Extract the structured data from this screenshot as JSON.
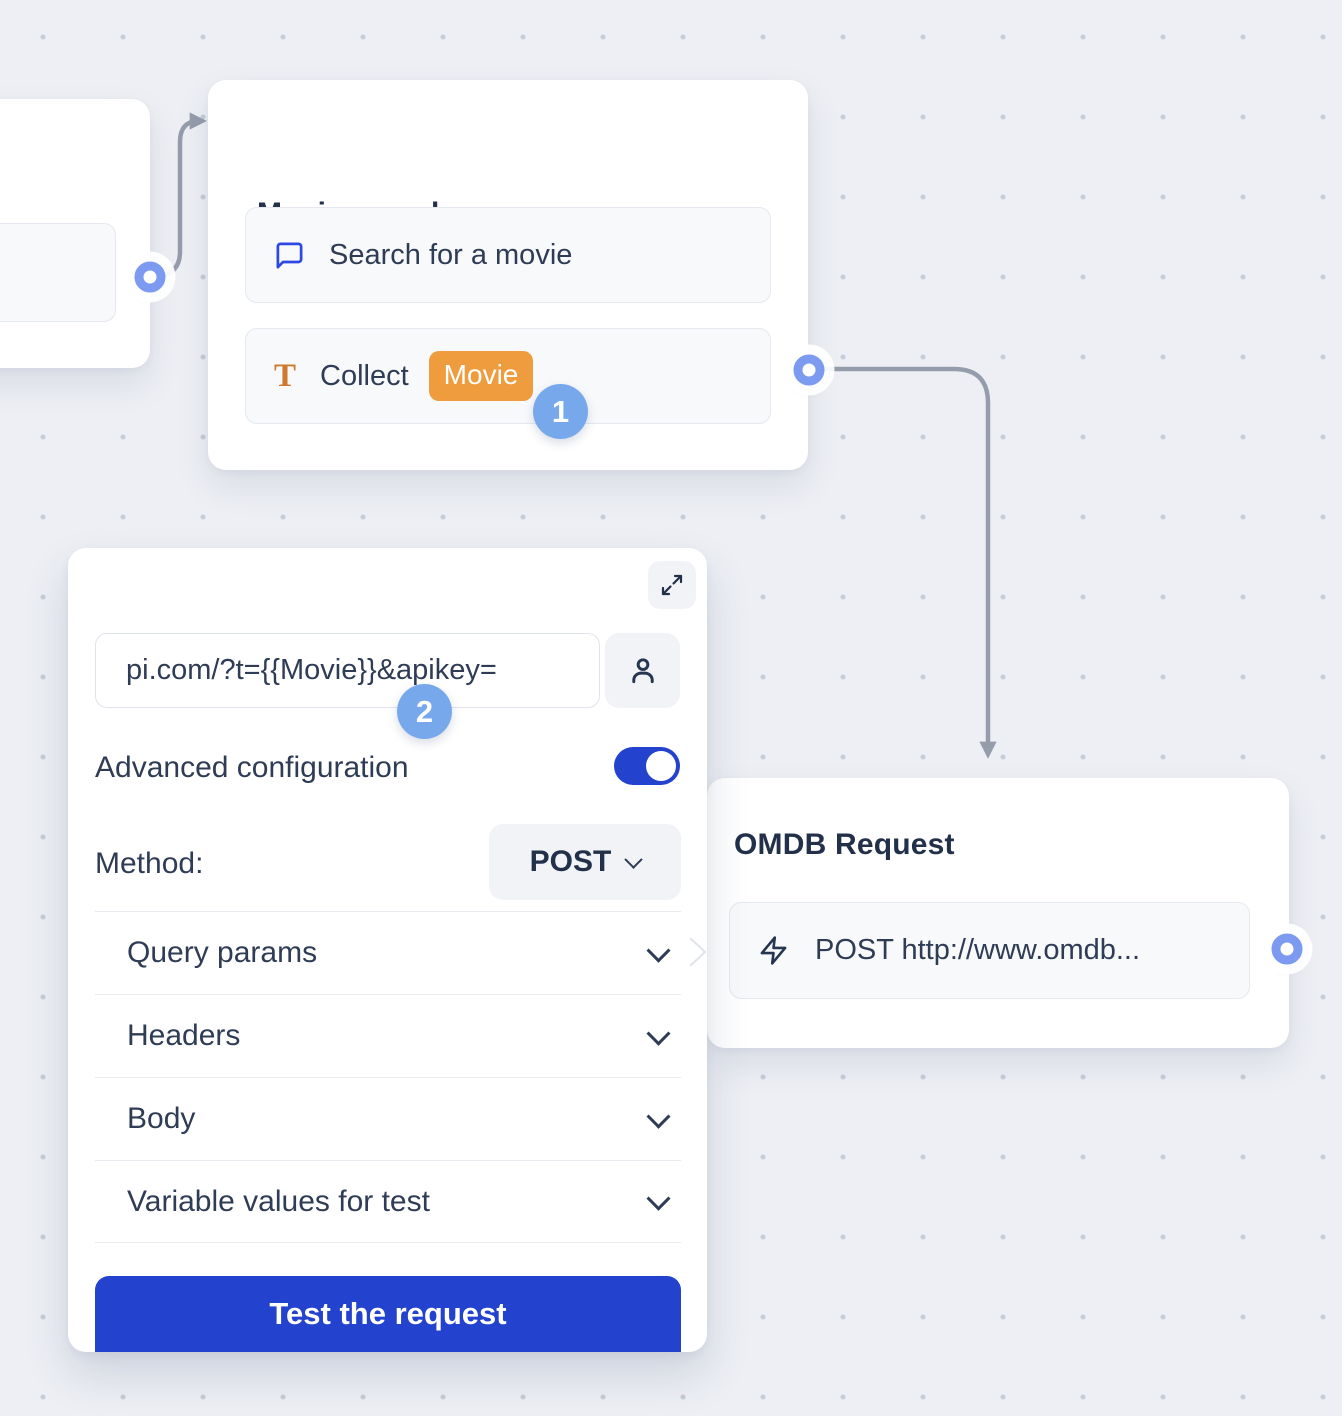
{
  "canvas": {
    "background": "#edeff4",
    "dot_color": "#c6ccd8"
  },
  "movie_node": {
    "title": "Movie search",
    "rows": [
      {
        "icon": "chat-bubble-icon",
        "label": "Search for a movie"
      },
      {
        "icon": "text-input-icon",
        "label": "Collect",
        "variable_badge": "Movie"
      }
    ]
  },
  "step_badges": {
    "one": "1",
    "two": "2"
  },
  "webhook_panel": {
    "expand_icon": "expand-diagonal-icon",
    "url_field": {
      "value": "pi.com/?t={{Movie}}&apikey="
    },
    "person_icon": "person-icon",
    "advanced_label": "Advanced configuration",
    "advanced_toggle_on": true,
    "method_label": "Method:",
    "method_value": "POST",
    "sections": [
      "Query params",
      "Headers",
      "Body",
      "Variable values for test"
    ],
    "test_button_label": "Test the request"
  },
  "omdb_node": {
    "title": "OMDB Request",
    "row": {
      "icon": "lightning-icon",
      "label": "POST http://www.omdb..."
    }
  },
  "colors": {
    "accent_blue": "#2342cd",
    "badge_blue": "#78a8ec",
    "port_blue": "#7c9af0",
    "orange_badge": "#ee9c3e",
    "orange_glyph": "#cd7a2e",
    "chat_icon_blue": "#2c4ae2",
    "connector_gray": "#959cab",
    "title_navy": "#22304a",
    "text_navy": "#2e3c55"
  }
}
